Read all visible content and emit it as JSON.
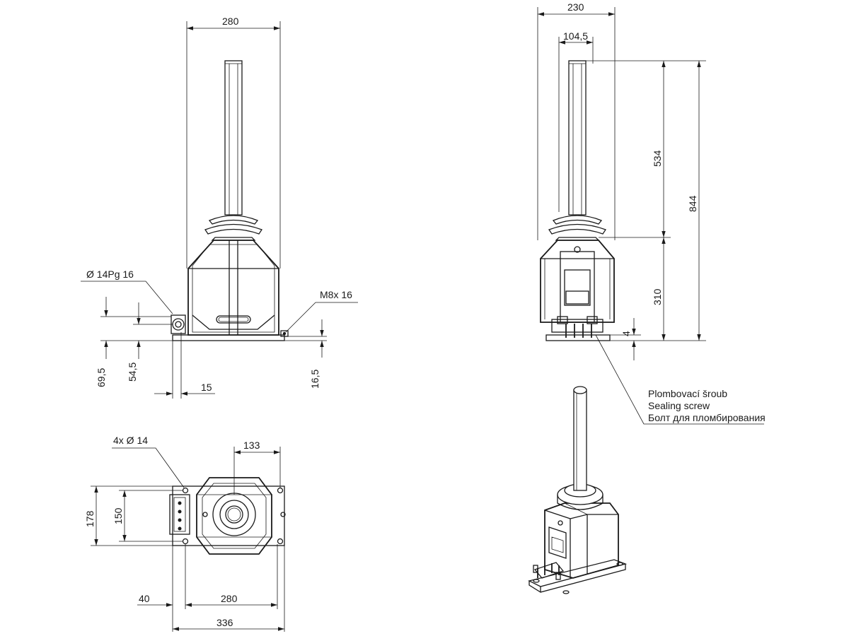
{
  "front_view": {
    "dims": {
      "overall_width": "280",
      "cable_gland_height": "69,5",
      "gland_axis_height": "54,5",
      "gland_offset": "15",
      "earth_height": "16,5"
    },
    "labels": {
      "cable_gland": "Ø  14Pg 16",
      "earth_terminal": "M8x 16"
    }
  },
  "side_view": {
    "dims": {
      "overall_width": "230",
      "conductor_offset": "104,5",
      "insulator_height": "534",
      "total_height": "844",
      "body_height": "310",
      "base_thickness": "4"
    },
    "sealing_screw_label": [
      "Plombovací šroub",
      "Sealing screw",
      "Болт для пломбирования"
    ]
  },
  "top_view": {
    "labels": {
      "holes": "4x    Ø 14"
    },
    "dims": {
      "center_offset": "133",
      "outer_depth": "178",
      "hole_spacing_depth": "150",
      "edge_offset": "40",
      "hole_spacing_width": "280",
      "overall_width": "336"
    }
  }
}
